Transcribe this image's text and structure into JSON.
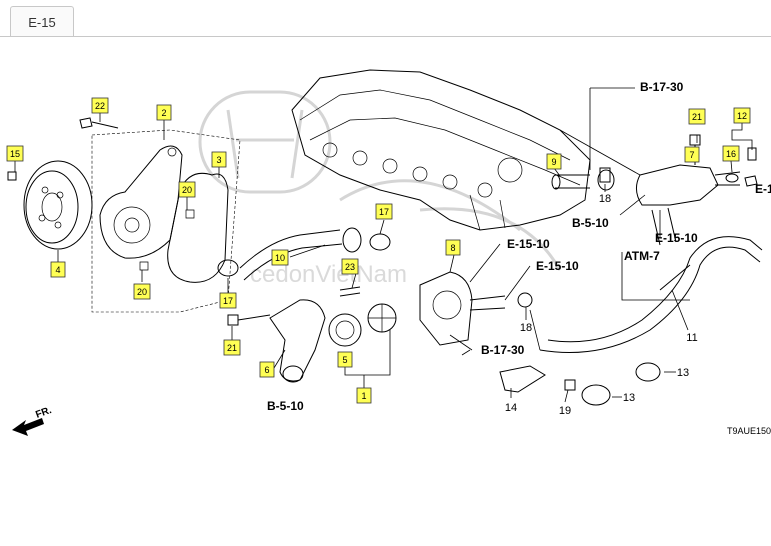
{
  "tab_label": "E-15",
  "callouts": {
    "c22": "22",
    "c2": "2",
    "c15": "15",
    "c3": "3",
    "c20a": "20",
    "c20b": "20",
    "c4": "4",
    "c17a": "17",
    "c17b": "17",
    "c10": "10",
    "c23": "23",
    "c21a": "21",
    "c21b": "21",
    "c6": "6",
    "c5": "5",
    "c1": "1",
    "c8": "8",
    "c9": "9",
    "c7": "7",
    "c16": "16",
    "c12": "12"
  },
  "plain_numbers": {
    "n18a": "18",
    "n18b": "18",
    "n11": "11",
    "n13a": "13",
    "n13b": "13",
    "n14": "14",
    "n19": "19"
  },
  "references": {
    "b1730_top": "B-17-30",
    "b510_right": "B-5-10",
    "e1510_right": "E-15-10",
    "atm7": "ATM-7",
    "e1510_a": "E-15-10",
    "e1510_b": "E-15-10",
    "b1730_bottom": "B-17-30",
    "b510_bottom": "B-5-10",
    "e1_partial": "E-1"
  },
  "front_label": "FR.",
  "diagram_code": "T9AUE150",
  "watermark": "cedonVietNam"
}
